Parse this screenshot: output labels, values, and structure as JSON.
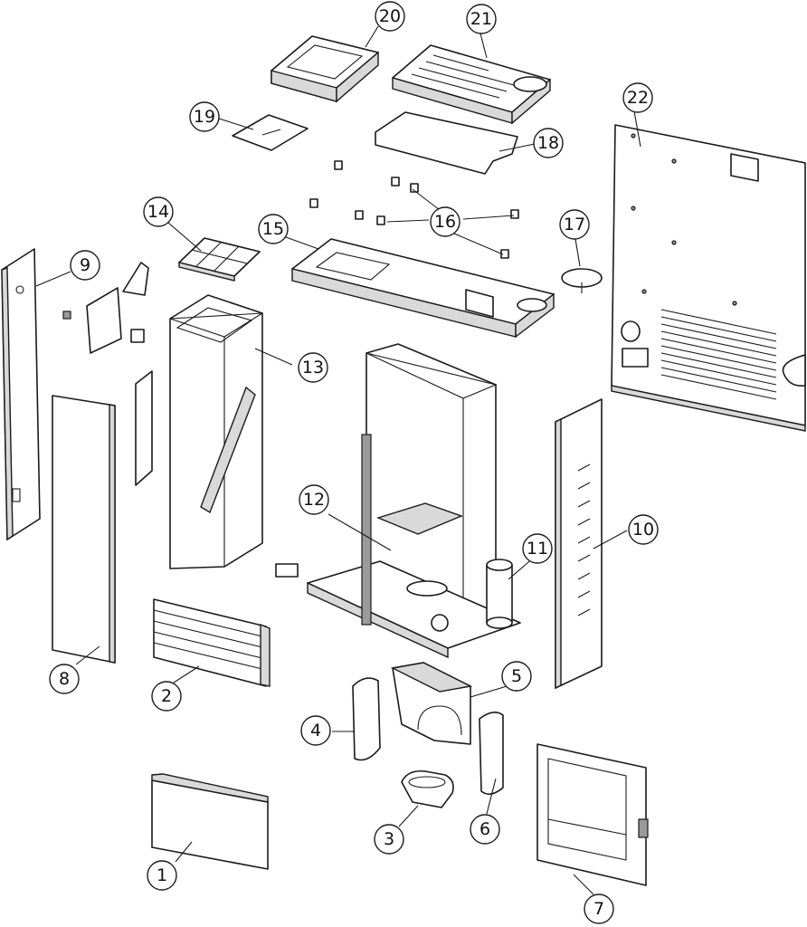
{
  "callouts": [
    {
      "id": "1",
      "label": "1"
    },
    {
      "id": "2",
      "label": "2"
    },
    {
      "id": "3",
      "label": "3"
    },
    {
      "id": "4",
      "label": "4"
    },
    {
      "id": "5",
      "label": "5"
    },
    {
      "id": "6",
      "label": "6"
    },
    {
      "id": "7",
      "label": "7"
    },
    {
      "id": "8",
      "label": "8"
    },
    {
      "id": "9",
      "label": "9"
    },
    {
      "id": "10",
      "label": "10"
    },
    {
      "id": "11",
      "label": "11"
    },
    {
      "id": "12",
      "label": "12"
    },
    {
      "id": "13",
      "label": "13"
    },
    {
      "id": "14",
      "label": "14"
    },
    {
      "id": "15",
      "label": "15"
    },
    {
      "id": "16",
      "label": "16"
    },
    {
      "id": "17",
      "label": "17"
    },
    {
      "id": "18",
      "label": "18"
    },
    {
      "id": "19",
      "label": "19"
    },
    {
      "id": "20",
      "label": "20"
    },
    {
      "id": "21",
      "label": "21"
    },
    {
      "id": "22",
      "label": "22"
    }
  ],
  "colors": {
    "line": "#1a1a1a",
    "background": "#ffffff",
    "shade": "#d9d9d9"
  }
}
